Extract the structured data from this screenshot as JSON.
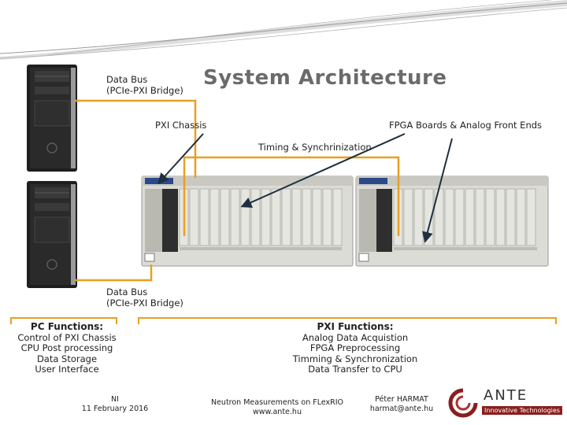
{
  "slide": {
    "title": "System Architecture",
    "labels": {
      "data_bus_top": [
        "Data Bus",
        "(PCIe-PXI Bridge)"
      ],
      "pxi_chassis": "PXI Chassis",
      "fpga_boards": "FPGA Boards & Analog Front Ends",
      "timing": "Timing & Synchrinization",
      "data_bus_bottom": [
        "Data Bus",
        "(PCIe-PXI Bridge)"
      ]
    },
    "pc_functions": {
      "title": "PC Functions:",
      "items": [
        "Control of PXI Chassis",
        "CPU Post processing",
        "Data Storage",
        "User Interface"
      ]
    },
    "pxi_functions": {
      "title": "PXI Functions:",
      "items": [
        "Analog Data Acquistion",
        "FPGA Preprocessing",
        "Timming & Synchronization",
        "Data Transfer to CPU"
      ]
    },
    "footer": {
      "left": [
        "NI",
        "11 February 2016"
      ],
      "center": [
        "Neutron Measurements on FLexRIO",
        "www.ante.hu"
      ],
      "right": [
        "Péter HARMAT",
        "harmat@ante.hu"
      ]
    },
    "logo": {
      "name": "ANTE",
      "tagline": "Innovative Technologies"
    },
    "colors": {
      "accent_orange": "#e8a020",
      "arrow_dark": "#1e3040",
      "chassis_panel": "#dcdcd6",
      "pc_tower": "#1e1e1e"
    }
  }
}
